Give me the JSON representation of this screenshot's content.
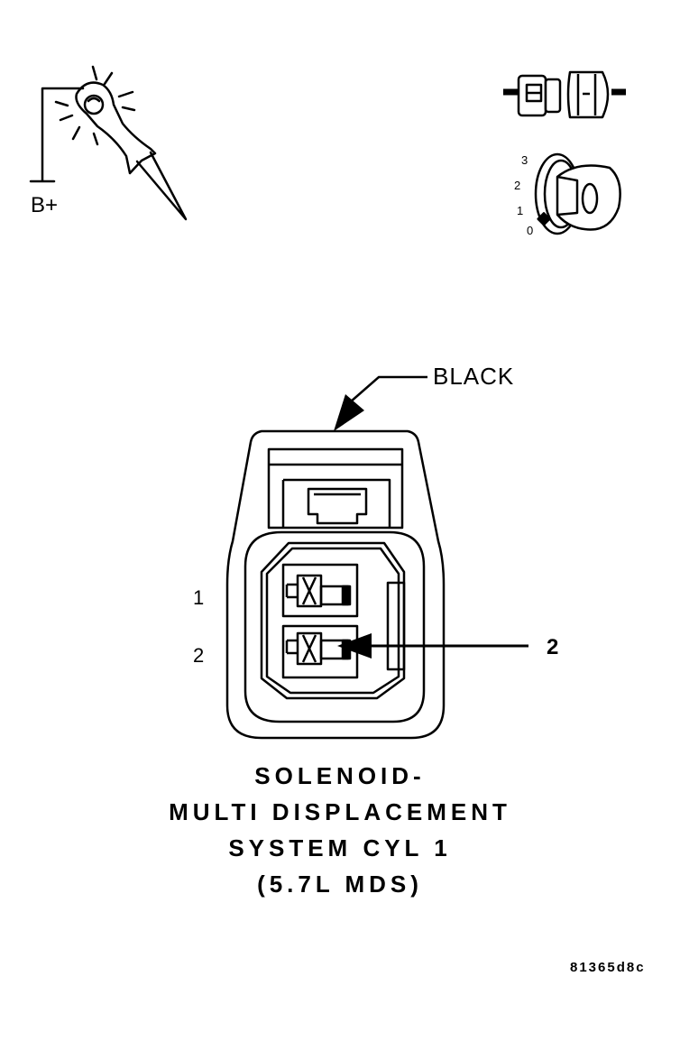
{
  "test_light": {
    "supply_label": "B+"
  },
  "ignition": {
    "key_positions": [
      "3",
      "2",
      "1",
      "0"
    ]
  },
  "connector": {
    "color_label": "BLACK",
    "pin_labels": [
      "1",
      "2"
    ],
    "callout": "2",
    "title_lines": [
      "SOLENOID-",
      "MULTI DISPLACEMENT",
      "SYSTEM CYL 1",
      "(5.7L MDS)"
    ]
  },
  "figure_id": "81365d8c"
}
